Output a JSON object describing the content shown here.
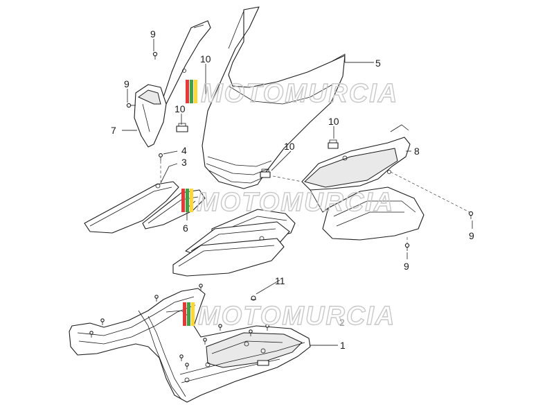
{
  "watermark": {
    "text": "MOTOMURCIA",
    "colors": [
      "#e53935",
      "#43a047",
      "#fdd835"
    ]
  },
  "callouts": [
    "1",
    "2",
    "3",
    "4",
    "5",
    "6",
    "7",
    "8",
    "9",
    "10",
    "11"
  ],
  "colors": {
    "line": "#1a1a1a",
    "watermark_outline": "#c8c8c8"
  }
}
